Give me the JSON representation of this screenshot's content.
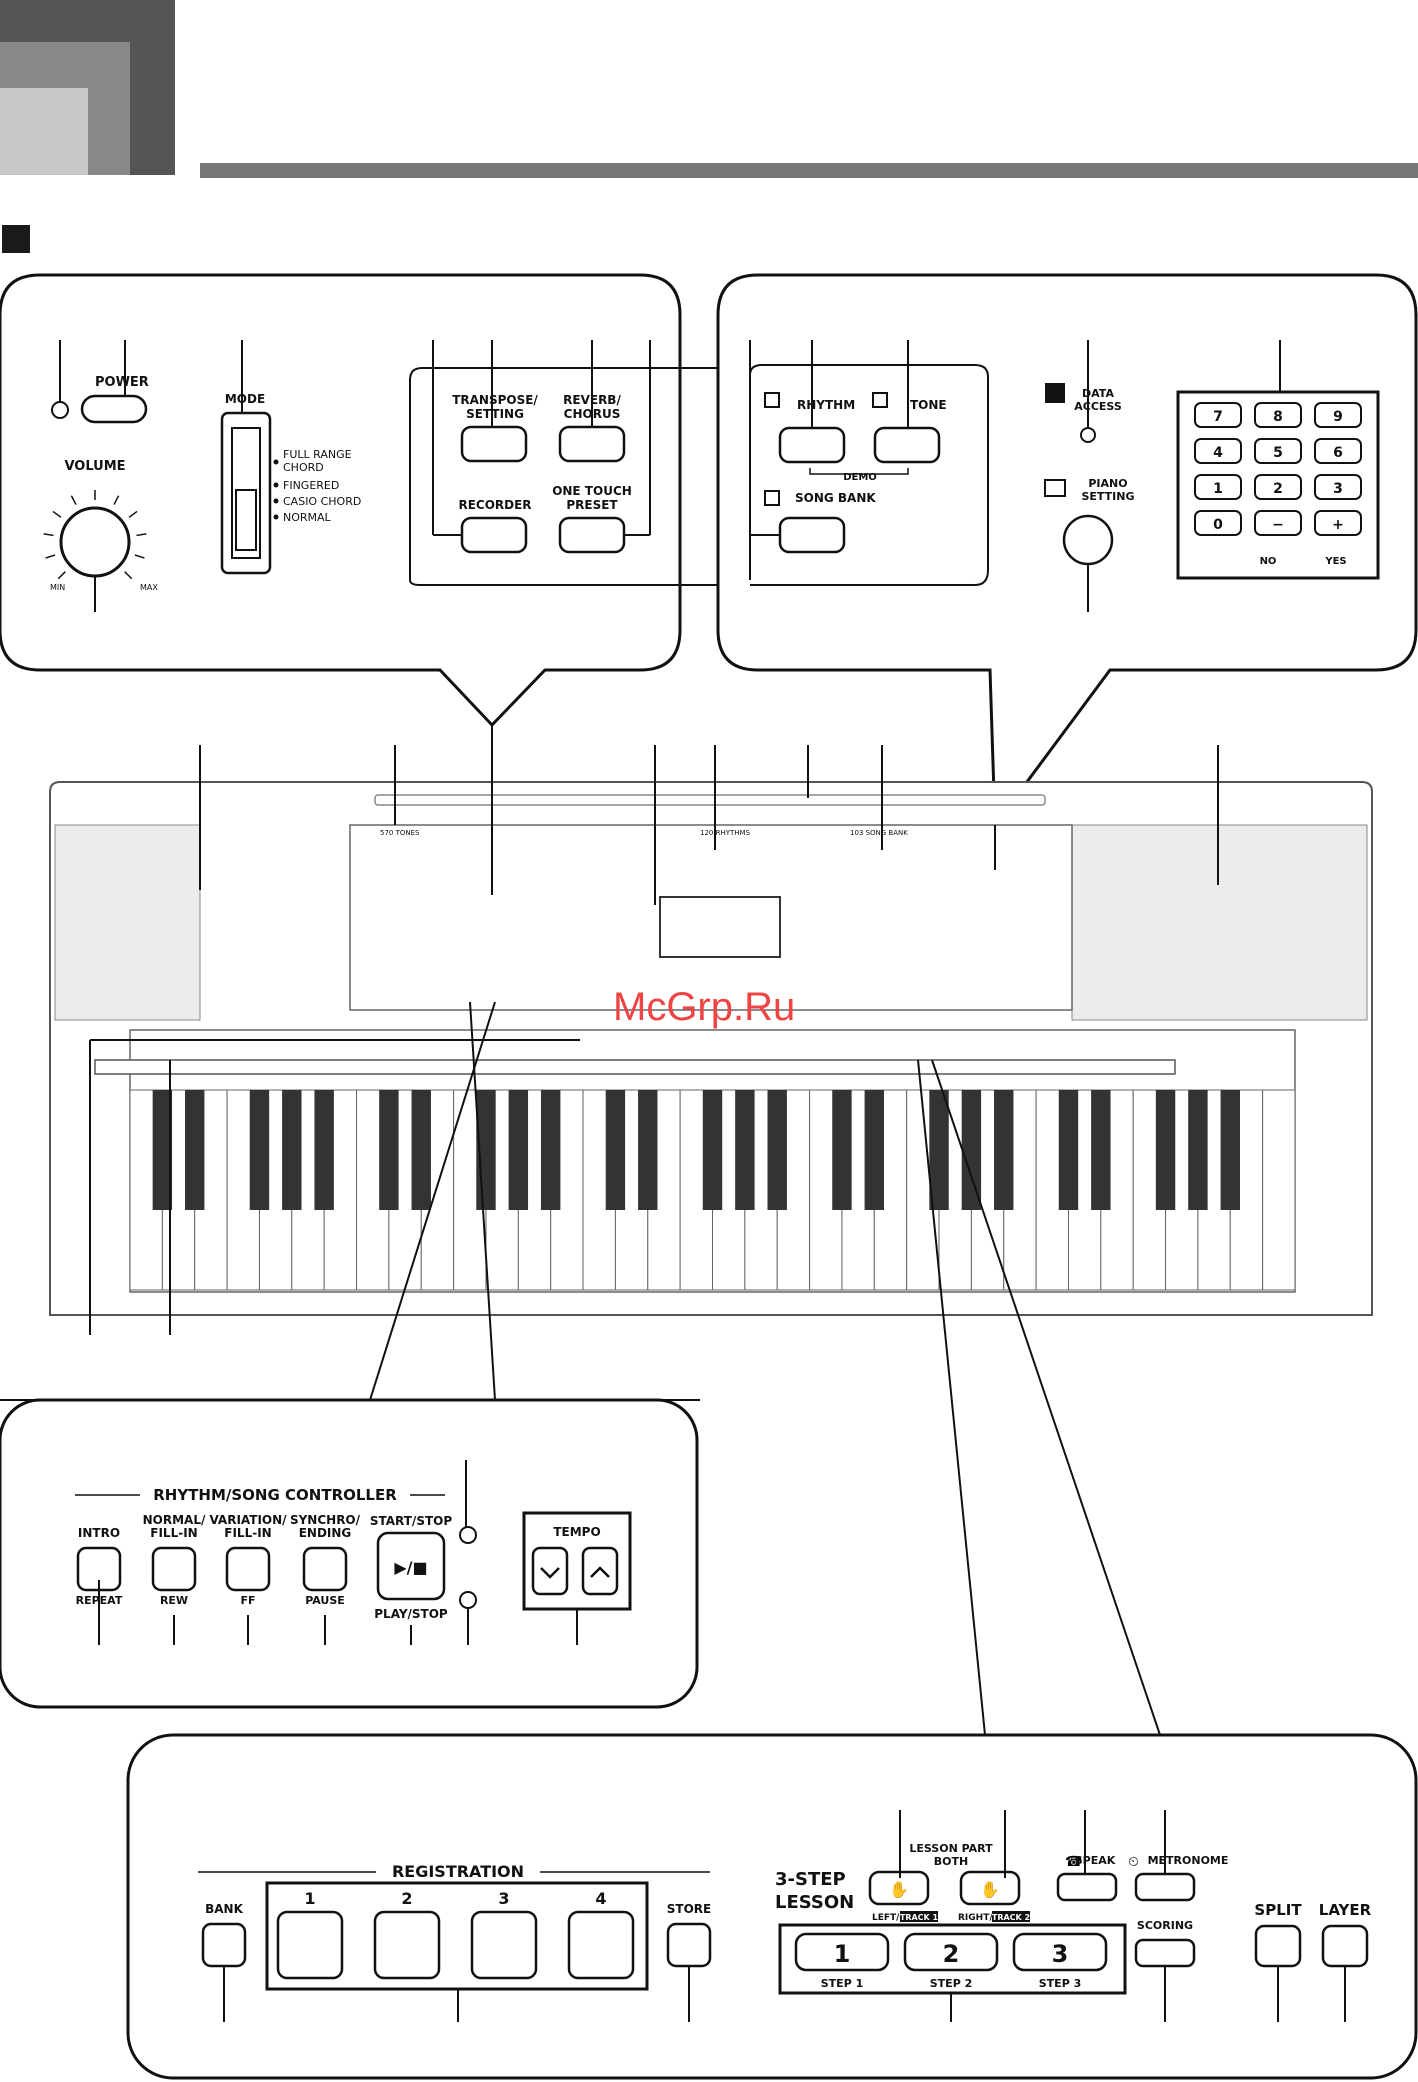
{
  "header": {
    "square_color": "#1a1a1a",
    "bar_color": "#777777"
  },
  "panel_left": {
    "power": "POWER",
    "volume": "VOLUME",
    "vol_min": "MIN",
    "vol_max": "MAX",
    "mode": "MODE",
    "mode_options": [
      "FULL RANGE",
      "CHORD",
      "FINGERED",
      "CASIO CHORD",
      "NORMAL"
    ],
    "transpose": [
      "TRANSPOSE/",
      "SETTING"
    ],
    "reverb": [
      "REVERB/",
      "CHORUS"
    ],
    "recorder": "RECORDER",
    "one_touch": [
      "ONE TOUCH",
      "PRESET"
    ]
  },
  "panel_right": {
    "rhythm": "RHYTHM",
    "tone": "TONE",
    "demo": "DEMO",
    "song_bank": "SONG BANK",
    "data_access": [
      "DATA",
      "ACCESS"
    ],
    "piano_setting": [
      "PIANO",
      "SETTING"
    ],
    "keypad": [
      "7",
      "8",
      "9",
      "4",
      "5",
      "6",
      "1",
      "2",
      "3",
      "0",
      "−",
      "+"
    ],
    "no": "NO",
    "yes": "YES"
  },
  "keyboard": {
    "tones_label": "570 TONES",
    "rhythms_label": "120 RHYTHMS",
    "songs_label": "103 SONG BANK"
  },
  "panel_rhythm": {
    "title": "RHYTHM/SONG CONTROLLER",
    "buttons": [
      {
        "top": [
          "INTRO"
        ],
        "bottom": "REPEAT"
      },
      {
        "top": [
          "NORMAL/",
          "FILL-IN"
        ],
        "bottom": "REW"
      },
      {
        "top": [
          "VARIATION/",
          "FILL-IN"
        ],
        "bottom": "FF"
      },
      {
        "top": [
          "SYNCHRO/",
          "ENDING"
        ],
        "bottom": "PAUSE"
      }
    ],
    "start_stop": "START/STOP",
    "play_stop": "PLAY/STOP",
    "play_symbol": "▶/■",
    "tempo": "TEMPO"
  },
  "panel_bottom": {
    "registration": "REGISTRATION",
    "bank": "BANK",
    "reg_numbers": [
      "1",
      "2",
      "3",
      "4"
    ],
    "store": "STORE",
    "three_step": [
      "3-STEP",
      "LESSON"
    ],
    "lesson_part": [
      "LESSON PART",
      "BOTH"
    ],
    "left": "LEFT/",
    "track1": "TRACK 1",
    "right": "RIGHT/",
    "track2": "TRACK 2",
    "speak": "SPEAK",
    "metronome": "METRONOME",
    "scoring": "SCORING",
    "steps": [
      {
        "num": "1",
        "label": "STEP 1"
      },
      {
        "num": "2",
        "label": "STEP 2"
      },
      {
        "num": "3",
        "label": "STEP 3"
      }
    ],
    "split": "SPLIT",
    "layer": "LAYER"
  },
  "watermark": "McGrp.Ru"
}
